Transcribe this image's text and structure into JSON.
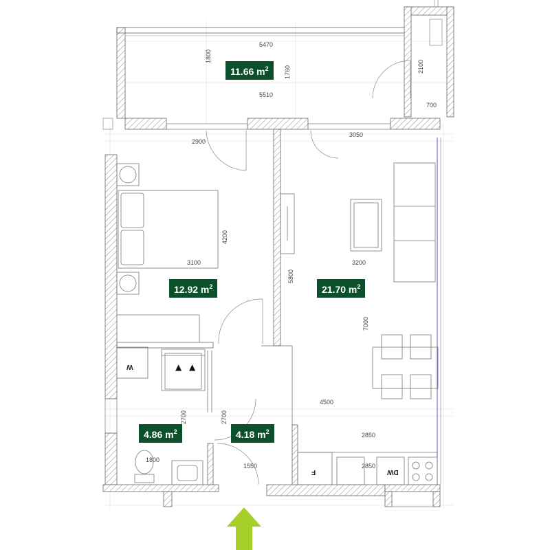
{
  "rooms": {
    "balcony": {
      "area_value": "11.66 m",
      "area_unit_sup": "2"
    },
    "bedroom": {
      "area_value": "12.92 m",
      "area_unit_sup": "2"
    },
    "living": {
      "area_value": "21.70 m",
      "area_unit_sup": "2"
    },
    "bathroom": {
      "area_value": "4.86 m",
      "area_unit_sup": "2"
    },
    "hall": {
      "area_value": "4.18 m",
      "area_unit_sup": "2"
    }
  },
  "dimensions": {
    "balcony_width_top": "5470",
    "balcony_width_bottom": "5510",
    "balcony_depth_left": "1800",
    "balcony_depth_right": "1760",
    "storage_height": "2100",
    "storage_width": "700",
    "bedroom_top": "2900",
    "living_top": "3050",
    "bedroom_depth": "4200",
    "bedroom_width": "3100",
    "living_width": "3200",
    "living_wall": "5800",
    "living_depth": "7000",
    "kitchen_run": "4500",
    "kitchen_counter": "2850",
    "kitchen_counter_inner": "2850",
    "bath_depth": "2700",
    "hall_depth": "2700",
    "bath_inner": "1800",
    "hall_width": "1550"
  },
  "appliances": {
    "washer": "W",
    "fridge": "F",
    "dishwasher": "DW"
  },
  "colors": {
    "badge": "#0b4f2b",
    "entrance_arrow": "#a6cf2a",
    "wall_hatch": "#888888",
    "line": "#555555",
    "window_line": "#3a3ac8"
  },
  "icons": {
    "entrance": "arrow-up-icon"
  }
}
